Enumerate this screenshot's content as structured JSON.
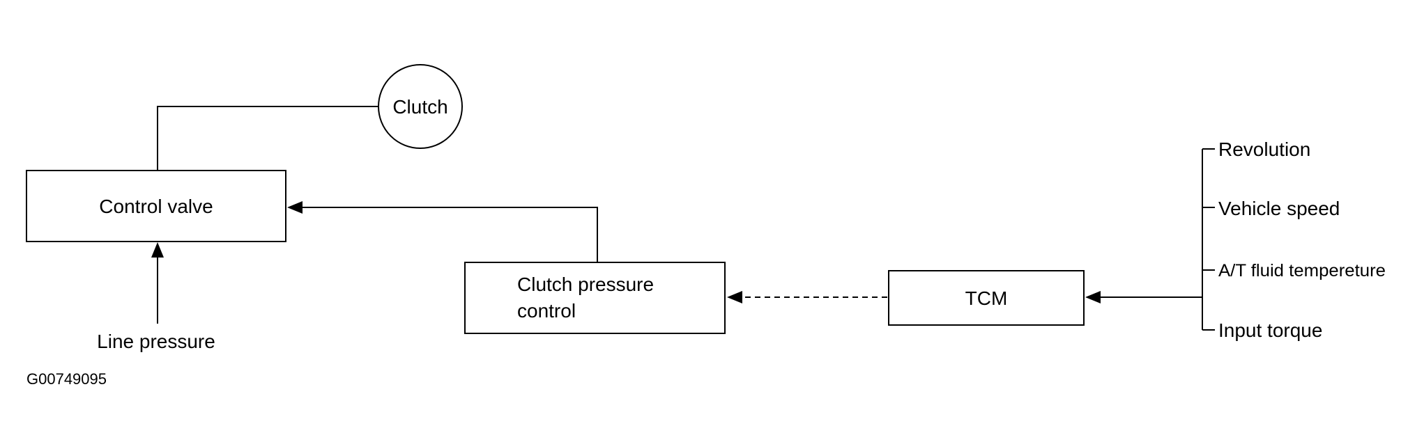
{
  "diagram": {
    "nodes": {
      "clutch": "Clutch",
      "control_valve": "Control valve",
      "clutch_pressure_control_line1": "Clutch pressure",
      "clutch_pressure_control_line2": "control",
      "tcm": "TCM"
    },
    "inputs": {
      "line_pressure": "Line pressure",
      "revolution": "Revolution",
      "vehicle_speed": "Vehicle speed",
      "fluid_temperature": "A/T fluid tempereture",
      "input_torque": "Input torque"
    },
    "figure_code": "G00749095"
  }
}
